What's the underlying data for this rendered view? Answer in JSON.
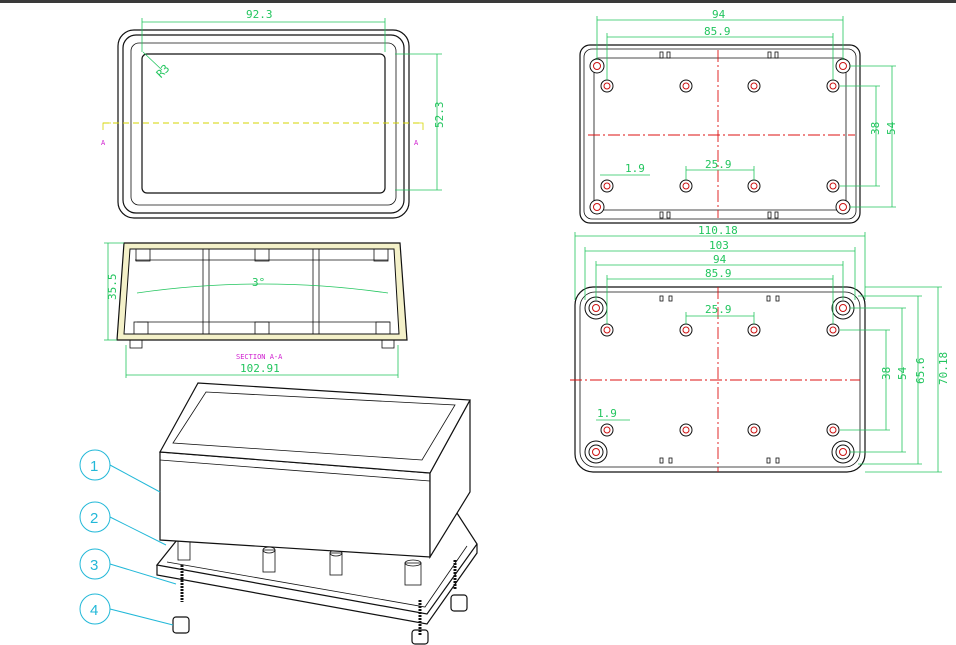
{
  "top_view": {
    "width_dim": "92.3",
    "height_dim": "52.3",
    "radius_label": "R3",
    "section_marker": "A"
  },
  "section_view": {
    "height_dim": "35.5",
    "width_dim": "102.91",
    "angle": "3°",
    "title": "SECTION A-A"
  },
  "bottom_view_upper": {
    "dim_outer": "94",
    "dim_inner": "85.9",
    "dim_rib": "1.9",
    "dim_boss": "25.9",
    "dim_h1": "38",
    "dim_h2": "54"
  },
  "bottom_view_lower": {
    "dim_overall": "110.18",
    "dim_103": "103",
    "dim_94": "94",
    "dim_85": "85.9",
    "dim_boss": "25.9",
    "dim_rib": "1.9",
    "dim_38": "38",
    "dim_54": "54",
    "dim_65": "65.6",
    "dim_70": "70.18"
  },
  "callouts": [
    "1",
    "2",
    "3",
    "4"
  ],
  "colors": {
    "dimension": "#22c55e",
    "centerline": "#dd1111",
    "callout": "#22b8d8",
    "section": "#d020d0",
    "hidden": "#d6d600"
  }
}
